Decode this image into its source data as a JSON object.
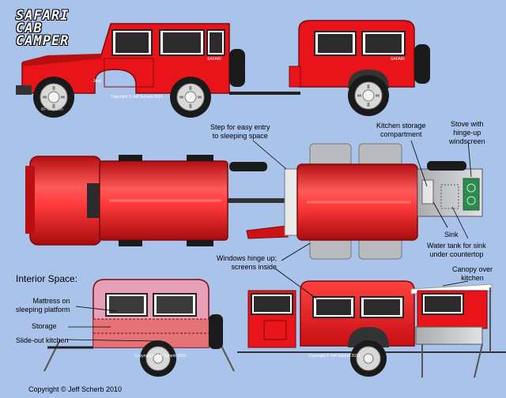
{
  "title": {
    "line1": "SAFARI",
    "line2": "CAB",
    "line3": "CAMPER"
  },
  "copyright": "Copyright © Jeff Scherb 2010",
  "vehicle_copyright_small": "Copyright © Jeff Scherb 2010",
  "interior_heading": "Interior Space:",
  "badges": {
    "jeep": "Jeep",
    "safari": "SAFARI",
    "tire": "BF Goodrich"
  },
  "labels": {
    "step": {
      "line1": "Step for easy entry",
      "line2": "to sleeping space"
    },
    "kitchen_storage": {
      "line1": "Kitchen storage",
      "line2": "compartment"
    },
    "stove": {
      "line1": "Stove with",
      "line2": "hinge-up",
      "line3": "windscreen"
    },
    "sink": "Sink",
    "water_tank": {
      "line1": "Water tank for sink",
      "line2": "under countertop"
    },
    "windows": {
      "line1": "Windows hinge up;",
      "line2": "screens inside"
    },
    "canopy": {
      "line1": "Canopy over",
      "line2": "kitchen"
    },
    "mattress": {
      "line1": "Mattress on",
      "line2": "sleeping platform"
    },
    "storage": "Storage",
    "slideout": "Slide-out kitchen"
  },
  "colors": {
    "background": "#a9c3ea",
    "body_red": "#e8141a",
    "tire": "#1a1a1a",
    "interior_pink": "#e8a0b8",
    "kitchen_gray": "#c9cbcf"
  }
}
